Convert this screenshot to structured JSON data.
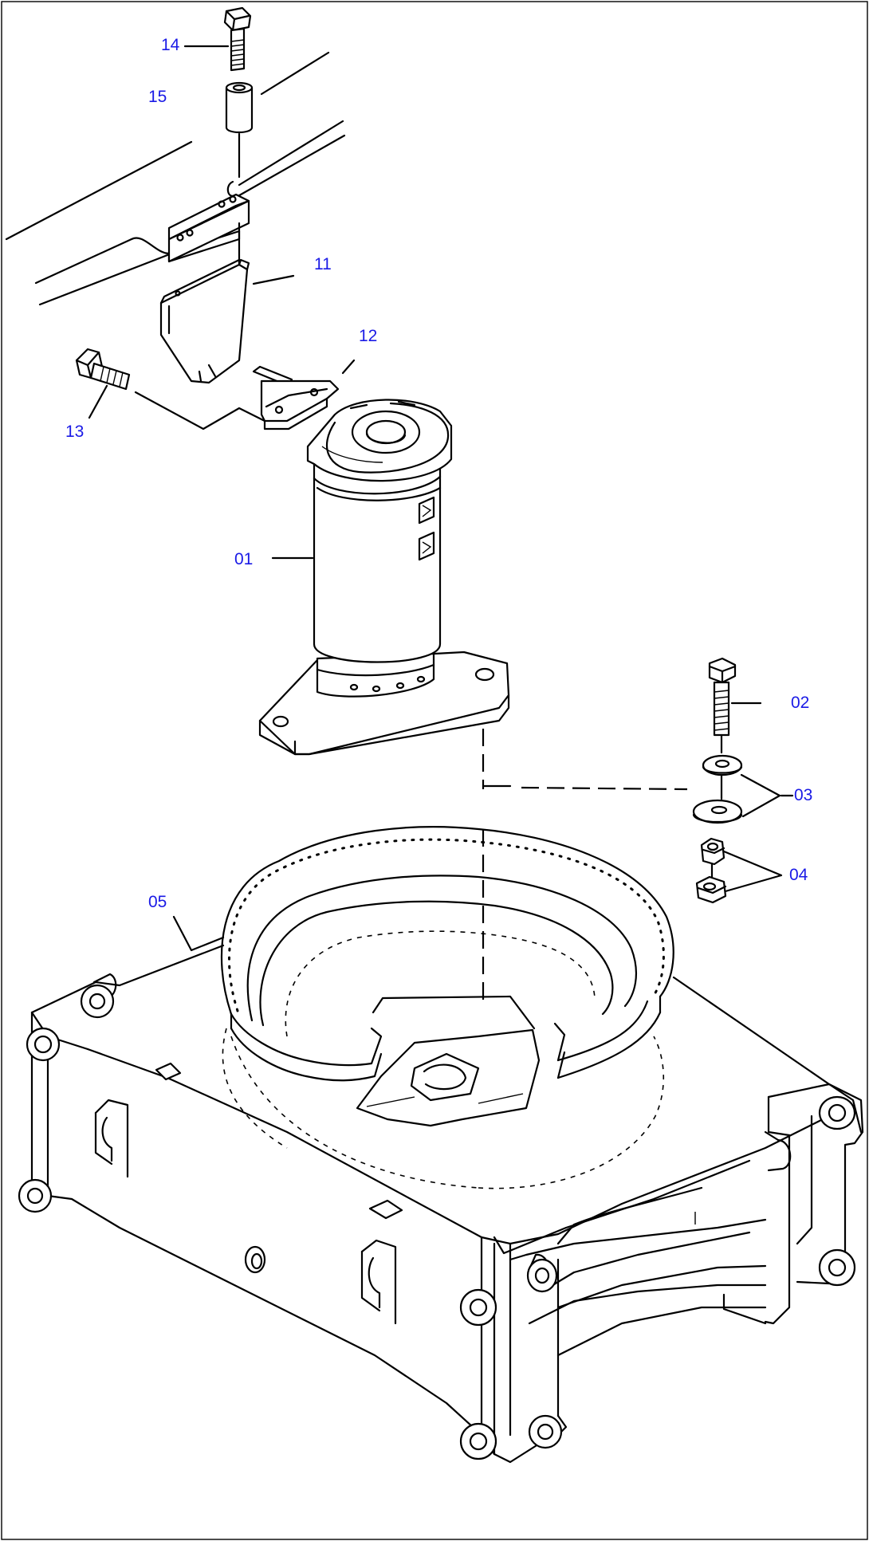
{
  "callouts": {
    "c14": "14",
    "c15": "15",
    "c11": "11",
    "c12": "12",
    "c13": "13",
    "c01": "01",
    "c02": "02",
    "c03": "03",
    "c04": "04",
    "c05": "05"
  },
  "colors": {
    "callout_text": "#1a1ae6",
    "line_art": "#000000",
    "background": "#ffffff"
  }
}
